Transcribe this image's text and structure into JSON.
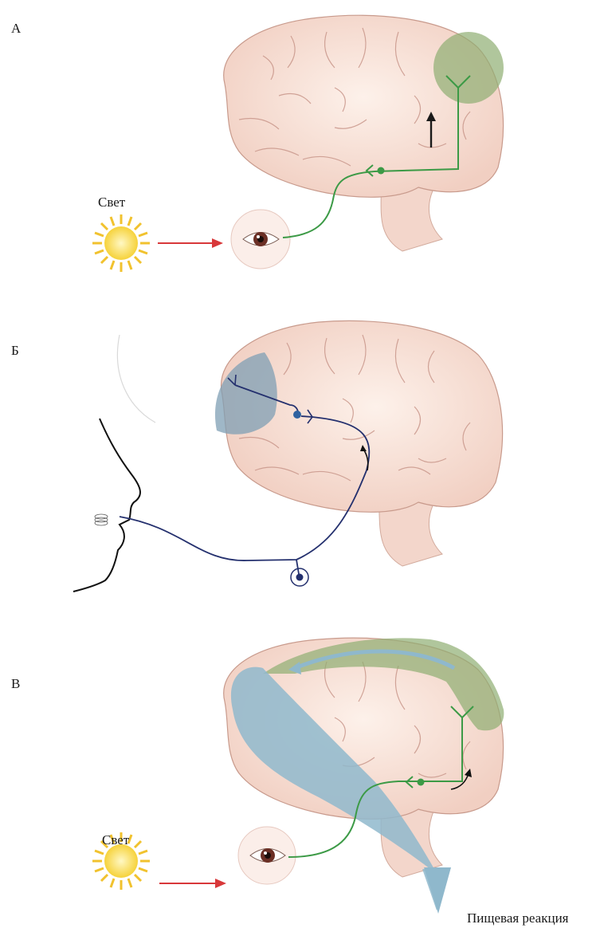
{
  "panels": [
    {
      "letter": "А",
      "light_label": "Свет"
    },
    {
      "letter": "Б"
    },
    {
      "letter": "В",
      "light_label": "Свет",
      "reaction_label": "Пищевая реакция"
    }
  ],
  "colors": {
    "brain_fill": "#f6ddd3",
    "brain_outline": "#c89a8c",
    "visual_area": "#8fae72",
    "taste_area": "#7f9fb4",
    "visual_pathway": "#3c9a46",
    "taste_pathway": "#24306e",
    "food_arrow": "#8fb8cc",
    "red_arrow": "#d8383a",
    "sun": "#f6d23a"
  },
  "icons": [
    "sun-icon",
    "eye-icon",
    "mouth-profile",
    "brain-illustration"
  ]
}
